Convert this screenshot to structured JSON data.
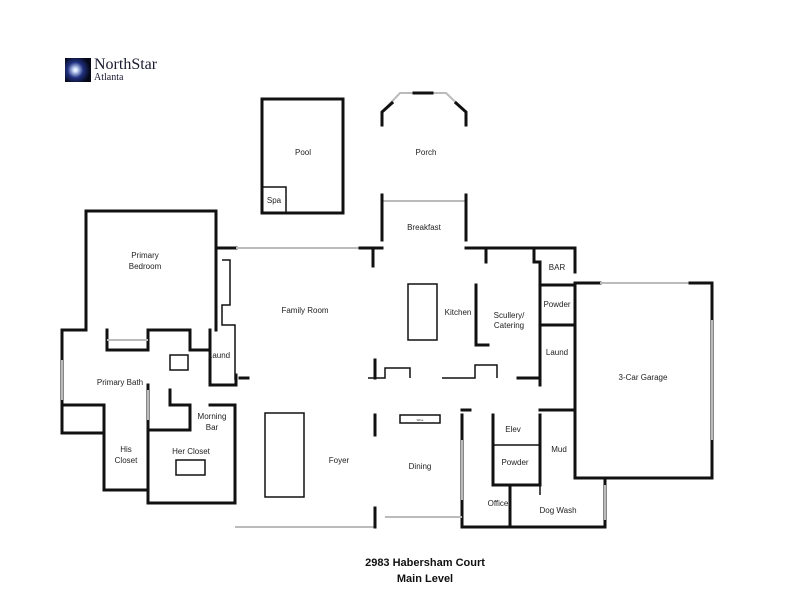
{
  "logo": {
    "name": "NorthStar",
    "sub": "Atlanta"
  },
  "rooms": {
    "pool": "Pool",
    "porch": "Porch",
    "spa": "Spa",
    "breakfast": "Breakfast",
    "primary_bedroom_1": "Primary",
    "primary_bedroom_2": "Bedroom",
    "bar": "BAR",
    "powder_upper": "Powder",
    "family_room": "Family Room",
    "kitchen": "Kitchen",
    "scullery_1": "Scullery/",
    "scullery_2": "Catering",
    "laund_left": "Laund",
    "laund_right": "Laund",
    "primary_bath": "Primary Bath",
    "garage": "3-Car Garage",
    "morning_bar_1": "Morning",
    "morning_bar_2": "Bar",
    "elev": "Elev",
    "her_closet": "Her Closet",
    "his_closet_1": "His",
    "his_closet_2": "Closet",
    "foyer": "Foyer",
    "mud": "Mud",
    "dining": "Dining",
    "powder_lower": "Powder",
    "office": "Office",
    "dog_wash": "Dog Wash",
    "wine": "Wine"
  },
  "title": {
    "address": "2983 Habersham Court",
    "level": "Main Level"
  }
}
